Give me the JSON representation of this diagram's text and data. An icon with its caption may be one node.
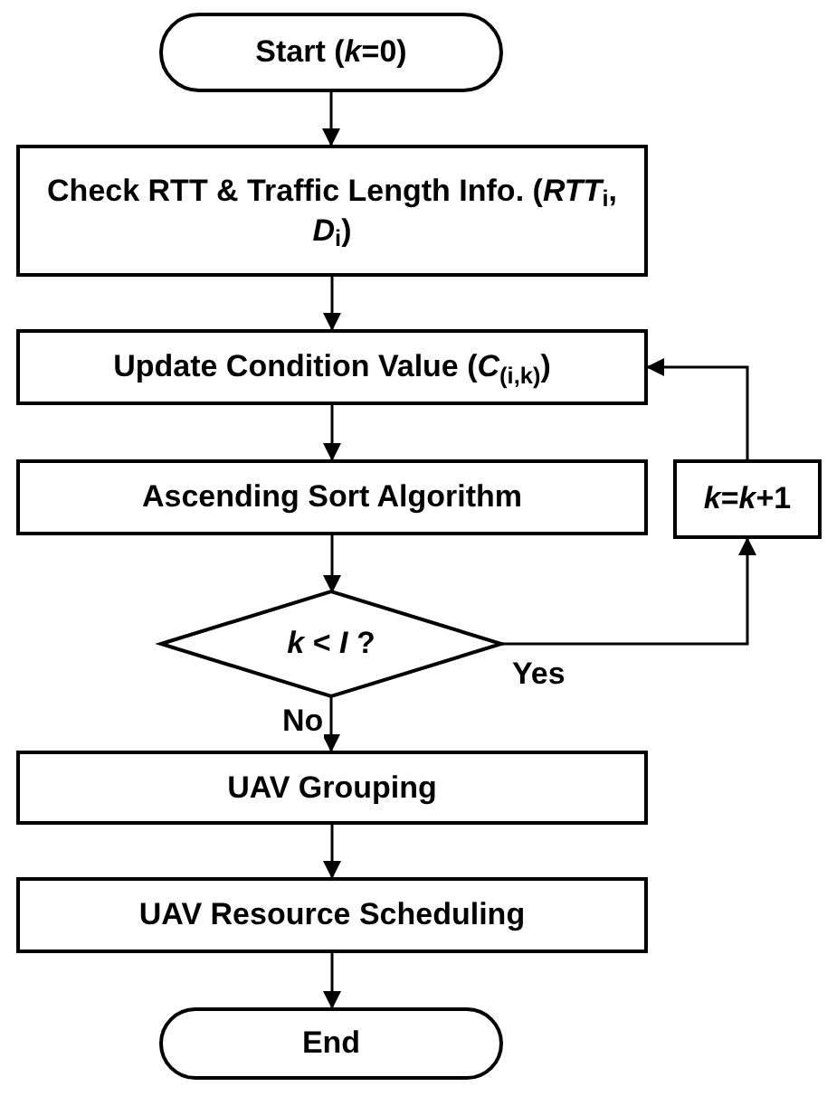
{
  "diagram": {
    "nodes": [
      {
        "text": [
          "Start (*k*=0)"
        ]
      },
      {
        "text": [
          "Check RTT & Traffic Length Info. (*RTT*$_{i}$, *D*$_{i}$)"
        ]
      },
      {
        "text": [
          "Update Condition Value (*C*$_{(i,k)}$)"
        ]
      },
      {
        "text": [
          "Ascending Sort Algorithm"
        ]
      },
      {
        "text": [
          "*k* < *I* ?"
        ]
      },
      {
        "text": [
          "*k*=*k*+1"
        ]
      },
      {
        "text": [
          "UAV Grouping"
        ]
      },
      {
        "text": [
          "UAV Resource Scheduling"
        ]
      },
      {
        "text": [
          "End"
        ]
      }
    ],
    "edges": [
      {
        "from": 0,
        "to": 1,
        "arrow": "to"
      },
      {
        "from": 1,
        "to": 2,
        "arrow": "to"
      },
      {
        "from": 2,
        "to": 3,
        "arrow": "to"
      },
      {
        "from": 3,
        "to": 4,
        "arrow": "to"
      },
      {
        "from": 4,
        "to": 5,
        "arrow": "to",
        "label": "Yes"
      },
      {
        "from": 5,
        "to": 2,
        "arrow": "to"
      },
      {
        "from": 4,
        "to": 6,
        "arrow": "to",
        "label": "No"
      },
      {
        "from": 6,
        "to": 7,
        "arrow": "to"
      },
      {
        "from": 7,
        "to": 8,
        "arrow": "to"
      }
    ]
  }
}
